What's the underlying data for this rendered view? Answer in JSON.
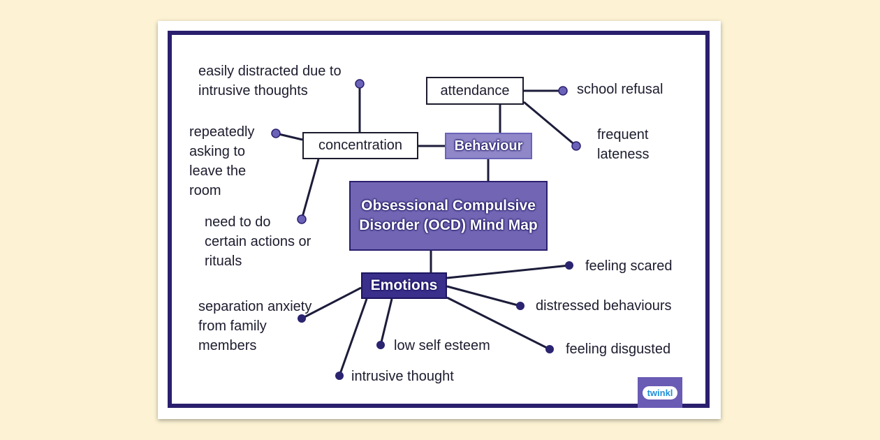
{
  "title": "Obsessional Compulsive Disorder (OCD) Mind Map",
  "branches": {
    "behaviour": {
      "label": "Behaviour",
      "attendance": {
        "label": "attendance",
        "items": [
          "school refusal",
          "frequent lateness"
        ]
      },
      "concentration": {
        "label": "concentration",
        "items": [
          "easily distracted due to intrusive thoughts",
          "repeatedly asking to leave the room",
          "need to do certain actions or rituals"
        ]
      }
    },
    "emotions": {
      "label": "Emotions",
      "items": [
        "feeling scared",
        "distressed behaviours",
        "feeling disgusted",
        "separation anxiety from family members",
        "intrusive thought",
        "low self esteem"
      ]
    }
  },
  "logo": "twinkl",
  "colors": {
    "background": "#fdf3d4",
    "frame": "#2a1f6e",
    "central": "#7266b4",
    "behaviour": "#8f87c8",
    "emotions": "#3a2f8a"
  }
}
